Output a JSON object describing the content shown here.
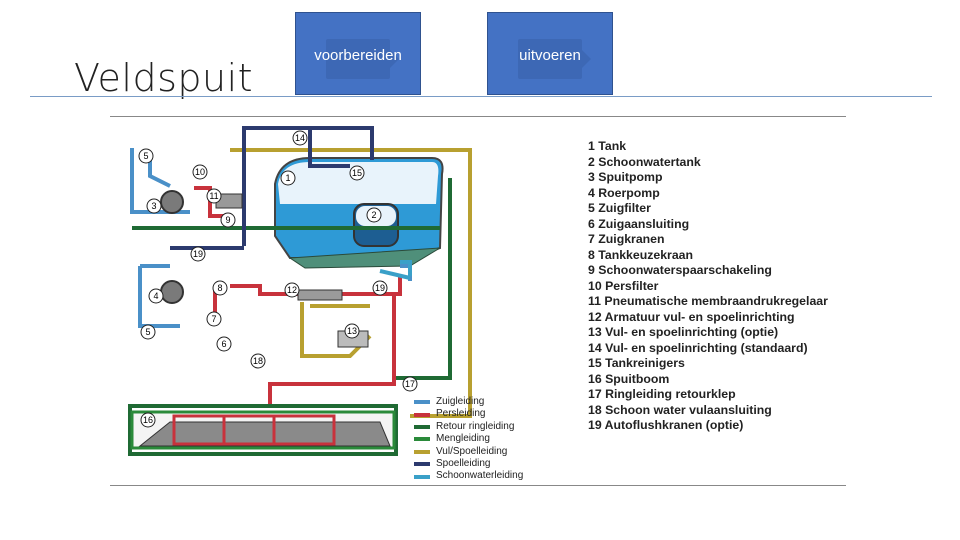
{
  "title": "Veldspuit",
  "buttons": {
    "prepare": "voorbereiden",
    "execute": "uitvoeren"
  },
  "colors": {
    "button": "#4472c4",
    "suction": "#4a90c8",
    "pressure": "#c8323c",
    "return": "#1f6a34",
    "mixing": "#2a8a3a",
    "fill_rinse": "#b8a030",
    "rinse": "#2c3a6e",
    "clean_water": "#3aa0c8",
    "tank_water": "#2e9ad6"
  },
  "diagram": {
    "components": [
      "1 Tank",
      "2 Schoonwatertank",
      "3 Spuitpomp",
      "4 Roerpomp",
      "5 Zuigfilter",
      "6 Zuigaansluiting",
      "7 Zuigkranen",
      "8 Tankkeuzekraan",
      "9 Schoonwaterspaarschakeling",
      "10 Persfilter",
      "11 Pneumatische membraandrukregelaar",
      "12 Armatuur vul- en spoelinrichting",
      "13 Vul- en spoelinrichting (optie)",
      "14 Vul- en spoelinrichting (standaard)",
      "15 Tankreinigers",
      "16 Spuitboom",
      "17 Ringleiding retourklep",
      "18 Schoon water vulaansluiting",
      "19 Autoflushkranen (optie)"
    ],
    "line_types": [
      {
        "label": "Zuigleiding",
        "color": "#4a90c8"
      },
      {
        "label": "Persleiding",
        "color": "#c8323c"
      },
      {
        "label": "Retour ringleiding",
        "color": "#1f6a34"
      },
      {
        "label": "Mengleiding",
        "color": "#2a8a3a"
      },
      {
        "label": "Vul/Spoelleiding",
        "color": "#b8a030"
      },
      {
        "label": "Spoelleiding",
        "color": "#2c3a6e"
      },
      {
        "label": "Schoonwaterleiding",
        "color": "#3aa0c8"
      }
    ],
    "markers": [
      "1",
      "2",
      "3",
      "4",
      "5",
      "5",
      "6",
      "7",
      "8",
      "9",
      "10",
      "11",
      "12",
      "13",
      "14",
      "15",
      "16",
      "17",
      "18",
      "19",
      "19"
    ]
  }
}
